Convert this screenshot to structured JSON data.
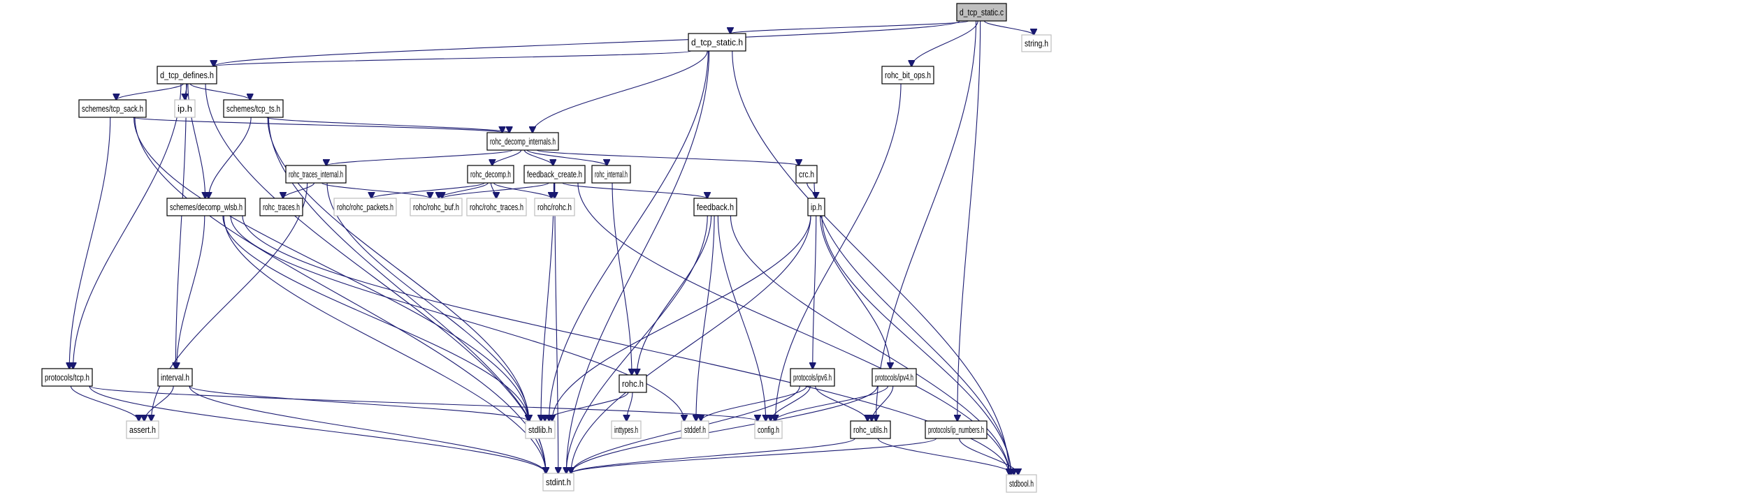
{
  "title": "d_tcp_static.c include dependency graph",
  "colors": {
    "edge": "#191970",
    "root_fill": "#bfbfbf",
    "external_border": "#bfbfbf",
    "node_border": "#000000"
  },
  "nodes": [
    {
      "id": "d_tcp_static_c",
      "label": "d_tcp_static.c",
      "kind": "root"
    },
    {
      "id": "d_tcp_static_h",
      "label": "d_tcp_static.h",
      "kind": "primary"
    },
    {
      "id": "string_h",
      "label": "string.h",
      "kind": "external"
    },
    {
      "id": "d_tcp_defines_h",
      "label": "d_tcp_defines.h",
      "kind": "primary"
    },
    {
      "id": "rohc_bit_ops_h",
      "label": "rohc_bit_ops.h",
      "kind": "primary"
    },
    {
      "id": "tcp_sack_h",
      "label": "schemes/tcp_sack.h",
      "kind": "primary"
    },
    {
      "id": "ip_h_ext",
      "label": "ip.h",
      "kind": "external"
    },
    {
      "id": "tcp_ts_h",
      "label": "schemes/tcp_ts.h",
      "kind": "primary"
    },
    {
      "id": "rohc_decomp_internals_h",
      "label": "rohc_decomp_internals.h",
      "kind": "primary"
    },
    {
      "id": "rohc_traces_internal_h",
      "label": "rohc_traces_internal.h",
      "kind": "primary"
    },
    {
      "id": "rohc_decomp_h",
      "label": "rohc_decomp.h",
      "kind": "primary"
    },
    {
      "id": "feedback_create_h",
      "label": "feedback_create.h",
      "kind": "primary"
    },
    {
      "id": "rohc_internal_h",
      "label": "rohc_internal.h",
      "kind": "primary"
    },
    {
      "id": "crc_h",
      "label": "crc.h",
      "kind": "primary"
    },
    {
      "id": "decomp_wlsb_h",
      "label": "schemes/decomp_wlsb.h",
      "kind": "primary"
    },
    {
      "id": "rohc_traces_h",
      "label": "rohc_traces.h",
      "kind": "primary"
    },
    {
      "id": "rohc_packets_h",
      "label": "rohc/rohc_packets.h",
      "kind": "external"
    },
    {
      "id": "rohc_buf_h",
      "label": "rohc/rohc_buf.h",
      "kind": "external"
    },
    {
      "id": "rohc_rohc_traces_h",
      "label": "rohc/rohc_traces.h",
      "kind": "external"
    },
    {
      "id": "rohc_rohc_h",
      "label": "rohc/rohc.h",
      "kind": "external"
    },
    {
      "id": "feedback_h",
      "label": "feedback.h",
      "kind": "primary"
    },
    {
      "id": "ip_h",
      "label": "ip.h",
      "kind": "primary"
    },
    {
      "id": "tcp_h",
      "label": "protocols/tcp.h",
      "kind": "primary"
    },
    {
      "id": "interval_h",
      "label": "interval.h",
      "kind": "primary"
    },
    {
      "id": "rohc_h",
      "label": "rohc.h",
      "kind": "primary"
    },
    {
      "id": "ipv6_h",
      "label": "protocols/ipv6.h",
      "kind": "primary"
    },
    {
      "id": "ipv4_h",
      "label": "protocols/ipv4.h",
      "kind": "primary"
    },
    {
      "id": "assert_h",
      "label": "assert.h",
      "kind": "external"
    },
    {
      "id": "stdlib_h",
      "label": "stdlib.h",
      "kind": "external"
    },
    {
      "id": "inttypes_h",
      "label": "inttypes.h",
      "kind": "external"
    },
    {
      "id": "stddef_h",
      "label": "stddef.h",
      "kind": "external"
    },
    {
      "id": "config_h",
      "label": "config.h",
      "kind": "external"
    },
    {
      "id": "rohc_utils_h",
      "label": "rohc_utils.h",
      "kind": "primary"
    },
    {
      "id": "ip_numbers_h",
      "label": "protocols/ip_numbers.h",
      "kind": "primary"
    },
    {
      "id": "stdint_h",
      "label": "stdint.h",
      "kind": "external"
    },
    {
      "id": "stdbool_h",
      "label": "stdbool.h",
      "kind": "external"
    }
  ],
  "edges": [
    [
      "d_tcp_static_c",
      "d_tcp_static_h"
    ],
    [
      "d_tcp_static_c",
      "d_tcp_defines_h"
    ],
    [
      "d_tcp_static_c",
      "rohc_bit_ops_h"
    ],
    [
      "d_tcp_static_c",
      "string_h"
    ],
    [
      "d_tcp_static_c",
      "rohc_utils_h"
    ],
    [
      "d_tcp_static_c",
      "ip_numbers_h"
    ],
    [
      "d_tcp_static_h",
      "d_tcp_defines_h"
    ],
    [
      "d_tcp_static_h",
      "rohc_decomp_internals_h"
    ],
    [
      "d_tcp_static_h",
      "stdlib_h"
    ],
    [
      "d_tcp_static_h",
      "stdint_h"
    ],
    [
      "d_tcp_static_h",
      "stdbool_h"
    ],
    [
      "d_tcp_defines_h",
      "tcp_sack_h"
    ],
    [
      "d_tcp_defines_h",
      "ip_h_ext"
    ],
    [
      "d_tcp_defines_h",
      "tcp_ts_h"
    ],
    [
      "d_tcp_defines_h",
      "decomp_wlsb_h"
    ],
    [
      "d_tcp_defines_h",
      "interval_h"
    ],
    [
      "d_tcp_defines_h",
      "tcp_h"
    ],
    [
      "d_tcp_defines_h",
      "stdint_h"
    ],
    [
      "rohc_bit_ops_h",
      "config_h"
    ],
    [
      "tcp_sack_h",
      "rohc_decomp_internals_h"
    ],
    [
      "tcp_sack_h",
      "tcp_h"
    ],
    [
      "tcp_sack_h",
      "stdlib_h"
    ],
    [
      "tcp_sack_h",
      "stdint_h"
    ],
    [
      "tcp_ts_h",
      "rohc_decomp_internals_h"
    ],
    [
      "tcp_ts_h",
      "decomp_wlsb_h"
    ],
    [
      "tcp_ts_h",
      "stdlib_h"
    ],
    [
      "tcp_ts_h",
      "stdint_h"
    ],
    [
      "rohc_decomp_internals_h",
      "rohc_traces_internal_h"
    ],
    [
      "rohc_decomp_internals_h",
      "rohc_decomp_h"
    ],
    [
      "rohc_decomp_internals_h",
      "feedback_create_h"
    ],
    [
      "rohc_decomp_internals_h",
      "rohc_internal_h"
    ],
    [
      "rohc_decomp_internals_h",
      "crc_h"
    ],
    [
      "rohc_traces_internal_h",
      "rohc_traces_h"
    ],
    [
      "rohc_traces_internal_h",
      "rohc_buf_h"
    ],
    [
      "rohc_traces_internal_h",
      "assert_h"
    ],
    [
      "rohc_traces_internal_h",
      "stdlib_h"
    ],
    [
      "rohc_decomp_h",
      "rohc_packets_h"
    ],
    [
      "rohc_decomp_h",
      "rohc_buf_h"
    ],
    [
      "rohc_decomp_h",
      "rohc_rohc_traces_h"
    ],
    [
      "rohc_decomp_h",
      "rohc_rohc_h"
    ],
    [
      "feedback_create_h",
      "rohc_buf_h"
    ],
    [
      "feedback_create_h",
      "rohc_rohc_h"
    ],
    [
      "feedback_create_h",
      "feedback_h"
    ],
    [
      "feedback_create_h",
      "stdlib_h"
    ],
    [
      "feedback_create_h",
      "stdint_h"
    ],
    [
      "feedback_create_h",
      "stdbool_h"
    ],
    [
      "rohc_internal_h",
      "rohc_h"
    ],
    [
      "crc_h",
      "ip_h"
    ],
    [
      "crc_h",
      "stdbool_h"
    ],
    [
      "decomp_wlsb_h",
      "interval_h"
    ],
    [
      "decomp_wlsb_h",
      "stdlib_h"
    ],
    [
      "decomp_wlsb_h",
      "stdint_h"
    ],
    [
      "decomp_wlsb_h",
      "stddef_h"
    ],
    [
      "decomp_wlsb_h",
      "stdbool_h"
    ],
    [
      "feedback_h",
      "rohc_h"
    ],
    [
      "feedback_h",
      "stddef_h"
    ],
    [
      "feedback_h",
      "config_h"
    ],
    [
      "feedback_h",
      "stdint_h"
    ],
    [
      "feedback_h",
      "stdbool_h"
    ],
    [
      "ip_h",
      "ipv6_h"
    ],
    [
      "ip_h",
      "ipv4_h"
    ],
    [
      "ip_h",
      "stdlib_h"
    ],
    [
      "ip_h",
      "stdint_h"
    ],
    [
      "ip_h",
      "stdbool_h"
    ],
    [
      "tcp_h",
      "assert_h"
    ],
    [
      "tcp_h",
      "config_h"
    ],
    [
      "tcp_h",
      "stdint_h"
    ],
    [
      "interval_h",
      "assert_h"
    ],
    [
      "interval_h",
      "stdlib_h"
    ],
    [
      "interval_h",
      "stdint_h"
    ],
    [
      "rohc_h",
      "stdlib_h"
    ],
    [
      "rohc_h",
      "inttypes_h"
    ],
    [
      "ipv6_h",
      "stddef_h"
    ],
    [
      "ipv6_h",
      "config_h"
    ],
    [
      "ipv6_h",
      "rohc_utils_h"
    ],
    [
      "ipv6_h",
      "stdint_h"
    ],
    [
      "ipv4_h",
      "config_h"
    ],
    [
      "ipv4_h",
      "rohc_utils_h"
    ],
    [
      "ipv4_h",
      "stdint_h"
    ],
    [
      "rohc_utils_h",
      "stdint_h"
    ],
    [
      "rohc_utils_h",
      "stdbool_h"
    ],
    [
      "ip_numbers_h",
      "stdint_h"
    ],
    [
      "ip_numbers_h",
      "stdbool_h"
    ]
  ]
}
